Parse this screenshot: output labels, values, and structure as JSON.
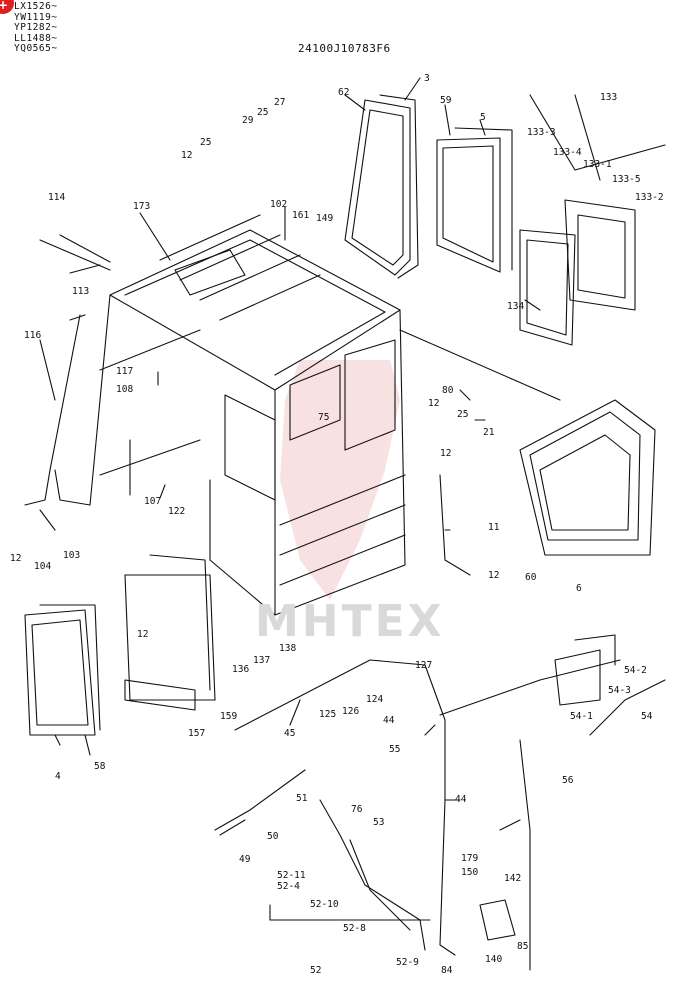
{
  "badge": "+",
  "serial_numbers": [
    "LX1526~",
    "YW1119~",
    "YP1282~",
    "LL1488~",
    "YQ0565~"
  ],
  "document_number": "24100J10783F6",
  "watermark": "MHTEX",
  "callouts": [
    "3",
    "62",
    "59",
    "5",
    "133",
    "133-3",
    "133-4",
    "133-1",
    "133-5",
    "133-2",
    "27",
    "25",
    "29",
    "25",
    "12",
    "114",
    "173",
    "102",
    "161",
    "149",
    "113",
    "134",
    "116",
    "117",
    "108",
    "75",
    "80",
    "12",
    "25",
    "21",
    "12",
    "107",
    "122",
    "11",
    "12",
    "12",
    "104",
    "103",
    "60",
    "6",
    "12",
    "136",
    "137",
    "138",
    "127",
    "125",
    "126",
    "124",
    "44",
    "55",
    "54-2",
    "54-3",
    "54-1",
    "54",
    "159",
    "157",
    "45",
    "4",
    "58",
    "56",
    "51",
    "76",
    "53",
    "50",
    "49",
    "52-11",
    "52-4",
    "179",
    "150",
    "142",
    "52-10",
    "52-8",
    "84",
    "140",
    "85",
    "52-9",
    "52",
    "44"
  ]
}
